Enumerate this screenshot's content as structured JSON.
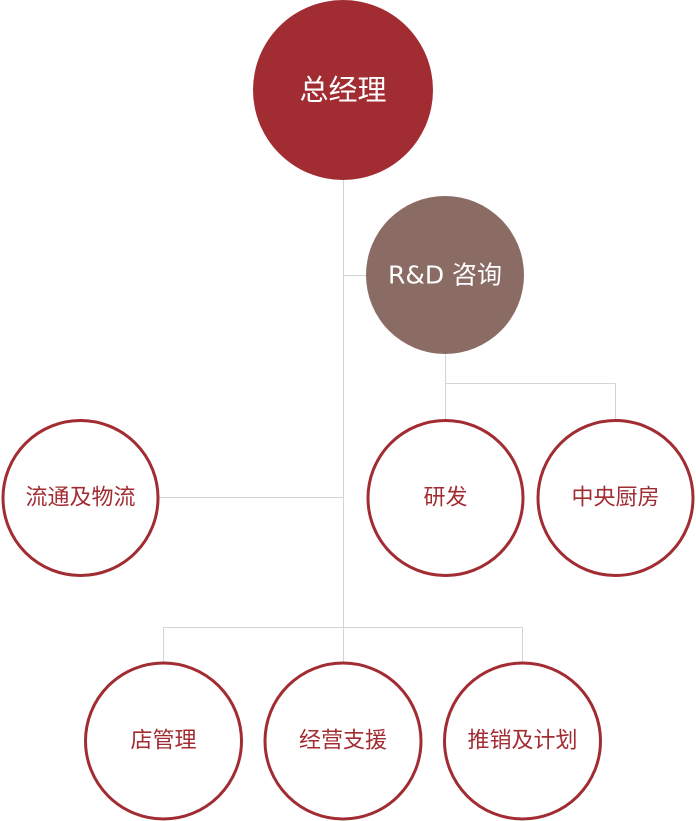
{
  "colors": {
    "primary": "#a12c32",
    "secondary": "#8a6c64",
    "outline": "#a12c32",
    "connector": "#d4d4d4",
    "background": "#ffffff"
  },
  "nodes": {
    "general_manager": "总经理",
    "rd_consulting": "R&D 咨询",
    "research_development": "研发",
    "central_kitchen": "中央厨房",
    "logistics": "流通及物流",
    "store_management": "店管理",
    "operations_support": "经营支援",
    "sales_planning": "推销及计划"
  }
}
